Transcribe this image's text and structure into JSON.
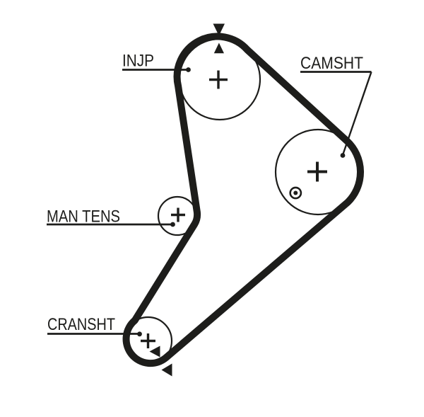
{
  "diagram": {
    "type": "timing-belt-routing-diagram",
    "colors": {
      "ink": "#1d1d1b",
      "background": "#ffffff"
    },
    "labels": {
      "injection_pump": "INJP",
      "camshaft": "CAMSHT",
      "manual_tensioner": "MAN TENS",
      "crankshaft": "CRANSHT"
    },
    "pulleys": [
      {
        "id": "injp",
        "label": "INJP",
        "center_mark": "cross"
      },
      {
        "id": "camsht",
        "label": "CAMSHT",
        "center_mark": "cross",
        "extra_mark": "circle-dot-timing-mark"
      },
      {
        "id": "man-tens",
        "label": "MAN TENS",
        "center_mark": "cross"
      },
      {
        "id": "cransht",
        "label": "CRANSHT",
        "center_mark": "cross"
      }
    ],
    "marks": {
      "top_alignment": "two solid triangles pointing at belt above injection pump",
      "bottom_alignment": "two solid triangles pointing left near crankshaft belt exit",
      "camshaft_timing": "small circle with center dot inside camshaft pulley"
    }
  }
}
